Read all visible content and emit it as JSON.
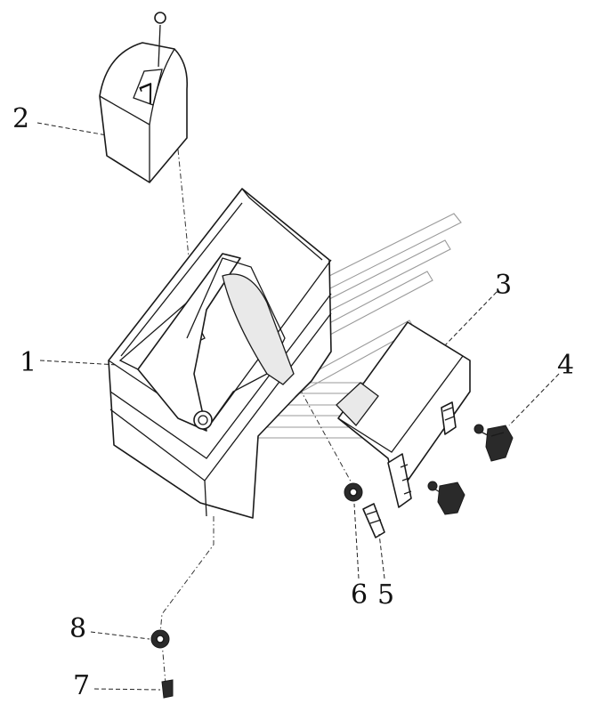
{
  "callouts": [
    {
      "id": "1",
      "label": "1"
    },
    {
      "id": "2",
      "label": "2"
    },
    {
      "id": "3",
      "label": "3"
    },
    {
      "id": "4",
      "label": "4"
    },
    {
      "id": "5",
      "label": "5"
    },
    {
      "id": "6",
      "label": "6"
    },
    {
      "id": "7",
      "label": "7"
    },
    {
      "id": "8",
      "label": "8"
    }
  ],
  "cap_mark": "7",
  "colors": {
    "line": "#1a1a1a",
    "watermark": "#9a9a9a",
    "background": "#ffffff"
  }
}
